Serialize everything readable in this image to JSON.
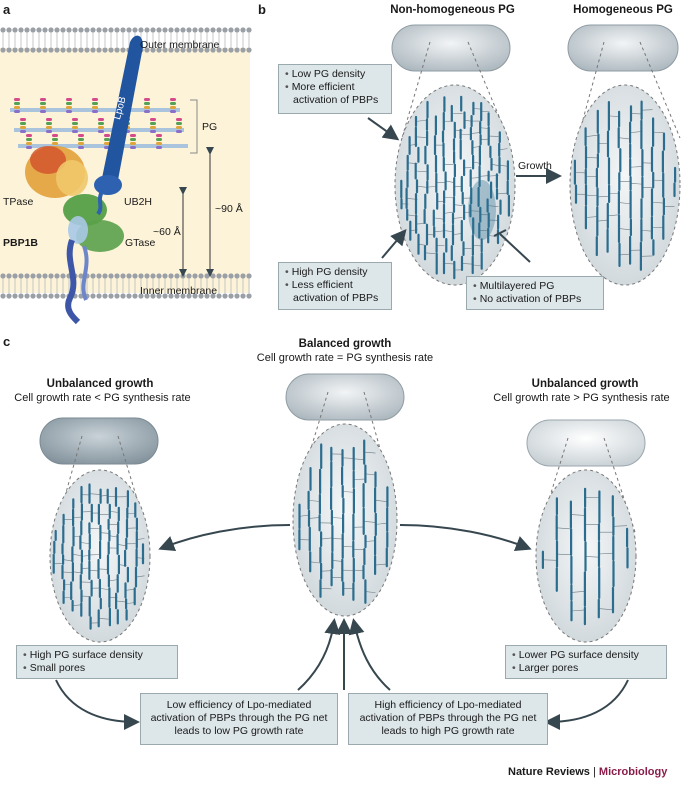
{
  "panel_a": {
    "letter": "a",
    "labels": {
      "outer_membrane": "Outer membrane",
      "inner_membrane": "Inner membrane",
      "pg": "PG",
      "lpob": "LpoB",
      "tpase": "TPase",
      "ub2h": "UB2H",
      "pbp1b": "PBP1B",
      "gtase": "GTase",
      "dist_60": "~60 Å",
      "dist_90": "~90 Å"
    }
  },
  "panel_b": {
    "letter": "b",
    "title_left": "Non-homogeneous PG",
    "title_right": "Homogeneous PG",
    "growth": "Growth",
    "box_low": [
      "Low PG density",
      "More efficient activation of PBPs"
    ],
    "box_high": [
      "High PG density",
      "Less efficient activation of PBPs"
    ],
    "box_multi": [
      "Multilayered PG",
      "No activation of PBPs"
    ]
  },
  "panel_c": {
    "letter": "c",
    "center_title": "Balanced growth",
    "center_subtitle": "Cell growth rate = PG synthesis rate",
    "left_title": "Unbalanced growth",
    "left_subtitle": "Cell growth rate < PG synthesis rate",
    "right_title": "Unbalanced growth",
    "right_subtitle": "Cell growth rate > PG synthesis rate",
    "box_left": [
      "High PG surface density",
      "Small pores"
    ],
    "box_right": [
      "Lower PG surface density",
      "Larger pores"
    ],
    "box_low_eff": "Low efficiency of Lpo-mediated activation of PBPs through the PG net leads to low PG growth rate",
    "box_high_eff": "High efficiency of Lpo-mediated activation of PBPs through the PG net leads to high PG growth rate"
  },
  "footer": {
    "journal": "Nature Reviews",
    "separator": "|",
    "section": "Microbiology"
  },
  "colors": {
    "pg_strand": "#2b6d8f",
    "box_fill": "#dde6e9",
    "cell_fill": "#d8dfe3",
    "lpob": "#2255a0",
    "brand": "#8a1d4a"
  }
}
